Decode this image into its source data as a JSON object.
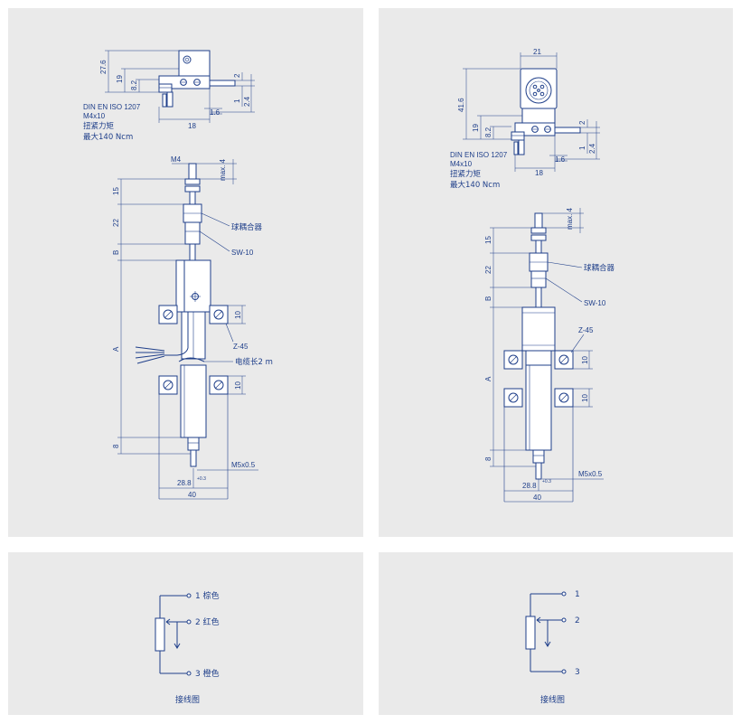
{
  "left_drawing": {
    "dims": {
      "d27_6": "27.6",
      "d19": "19",
      "d8_2": "8.2",
      "d2": "2",
      "d2_4": "2.4",
      "d1_6": "1.6",
      "d1": "1",
      "d18": "18",
      "m4": "M4",
      "max4": "max. 4",
      "d15": "15",
      "d22": "22",
      "dB": "B",
      "dA": "A",
      "d8": "8",
      "d10a": "10",
      "d10b": "10",
      "d28_8": "28.8",
      "tol": "+0.3",
      "d40": "40",
      "m5": "M5x0.5"
    },
    "labels": {
      "din": "DIN EN ISO 1207",
      "m4x10": "M4x10",
      "torque1": "扭紧力矩",
      "torque2": "最大140 Ncm",
      "ball": "球耦合器",
      "sw": "SW-10",
      "z45": "Z-45",
      "cable": "电缆长2 m"
    }
  },
  "right_drawing": {
    "dims": {
      "d21": "21",
      "d41_6": "41.6",
      "d19": "19",
      "d8_2": "8.2",
      "d2": "2",
      "d2_4": "2.4",
      "d1_6": "1.6",
      "d1": "1",
      "d18": "18",
      "max4": "max. 4",
      "d15": "15",
      "d22": "22",
      "dB": "B",
      "dA": "A",
      "d8": "8",
      "d10a": "10",
      "d10b": "10",
      "d28_8": "28.8",
      "tol": "+0.3",
      "d40": "40",
      "m5": "M5x0.5"
    },
    "labels": {
      "din": "DIN EN ISO 1207",
      "m4x10": "M4x10",
      "torque1": "扭紧力矩",
      "torque2": "最大140 Ncm",
      "ball": "球耦合器",
      "sw": "SW-10",
      "z45": "Z-45"
    }
  },
  "left_wiring": {
    "pin1": "1 棕色",
    "pin2": "2 红色",
    "pin3": "3 橙色",
    "caption": "接线图"
  },
  "right_wiring": {
    "pin1": "1",
    "pin2": "2",
    "pin3": "3",
    "caption": "接线图"
  },
  "colors": {
    "line": "#1f3f8a",
    "panel": "#eaeaea"
  }
}
